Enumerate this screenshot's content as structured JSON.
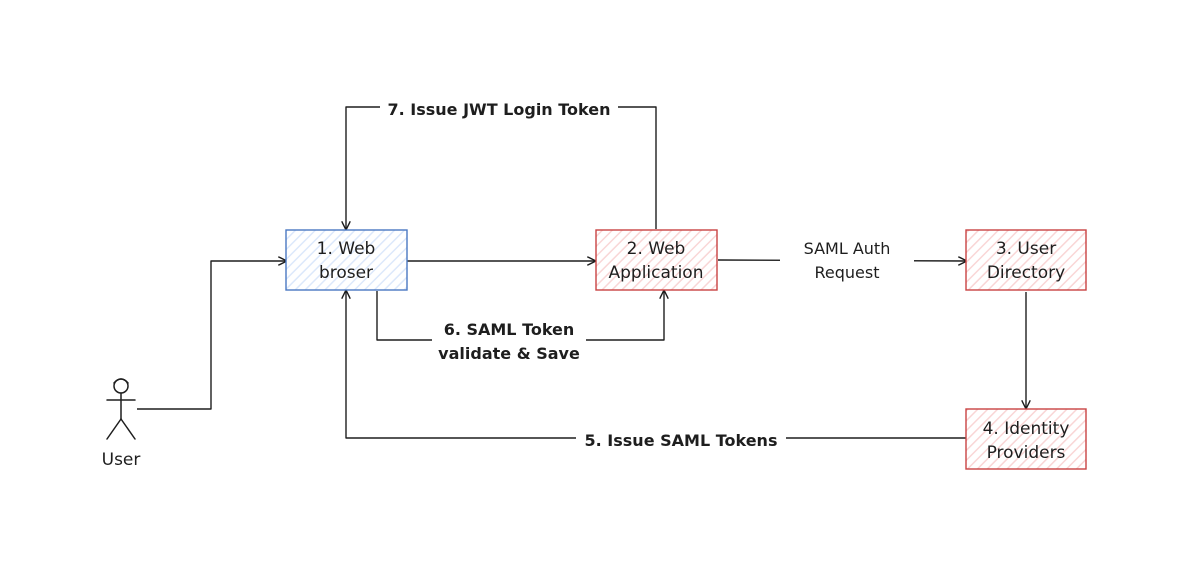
{
  "diagram": {
    "colors": {
      "blue_stroke": "#4a78c2",
      "blue_fill": "#dce8fb",
      "red_stroke": "#c94343",
      "red_fill": "#f9d6d6",
      "ink": "#1e1e1e"
    },
    "nodes": {
      "browser": {
        "line1": "1. Web",
        "line2": "broser"
      },
      "webapp": {
        "line1": "2. Web",
        "line2": "Application"
      },
      "directory": {
        "line1": "3. User",
        "line2": "Directory"
      },
      "idp": {
        "line1": "4. Identity",
        "line2": "Providers"
      },
      "user": {
        "label": "User",
        "icon": "stick-figure-user-icon"
      }
    },
    "edges": {
      "issue_jwt": "7. Issue JWT Login Token",
      "saml_auth_line1": "SAML Auth",
      "saml_auth_line2": "Request",
      "saml_validate_line1": "6. SAML Token",
      "saml_validate_line2": "validate & Save",
      "issue_saml": "5. Issue SAML Tokens"
    }
  }
}
